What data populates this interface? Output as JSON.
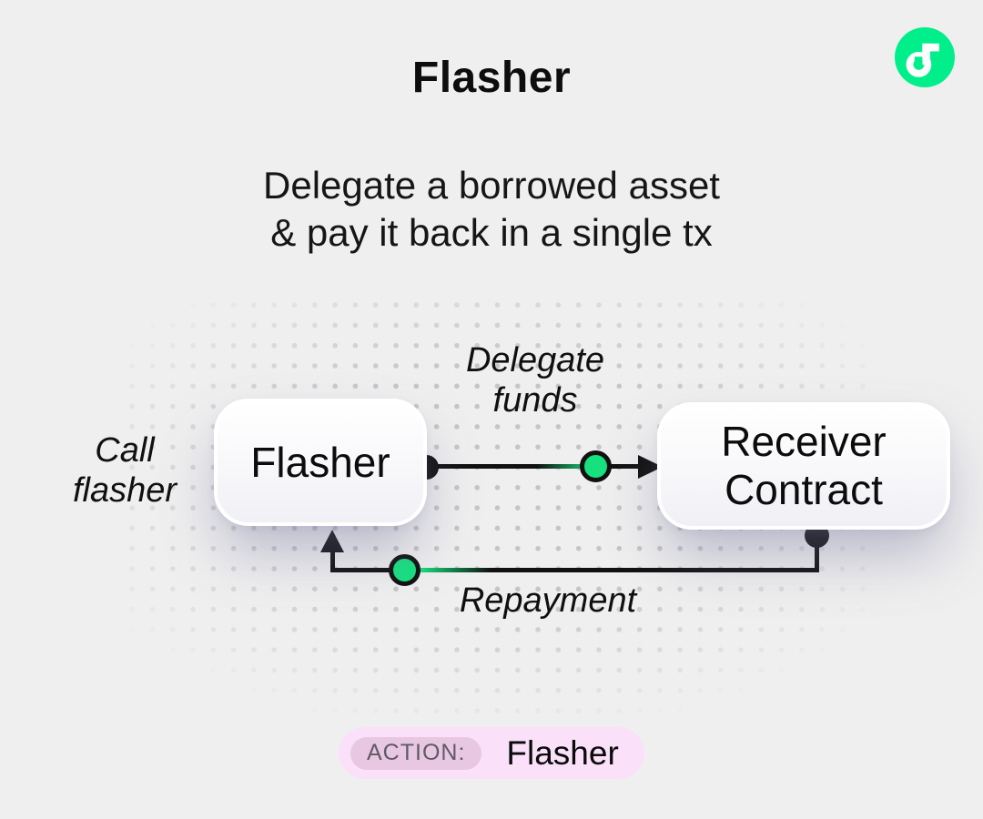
{
  "header": {
    "title": "Flasher",
    "subtitle": "Delegate a borrowed asset\n& pay it back in a single tx"
  },
  "logo": {
    "name": "flow-logo",
    "color": "#00EF8B"
  },
  "diagram": {
    "nodes": {
      "flasher": {
        "label": "Flasher"
      },
      "receiver": {
        "label": "Receiver\nContract"
      }
    },
    "labels": {
      "call": "Call\nflasher",
      "delegate": "Delegate\nfunds",
      "repayment": "Repayment"
    }
  },
  "footer": {
    "action_label": "ACTION:",
    "action_value": "Flasher"
  },
  "colors": {
    "background": "#EFEFEF",
    "token_green": "#17E17F",
    "logo_green": "#00EF8B",
    "line_black": "#111111",
    "dot_grid": "#C5C5C9",
    "action_pill_bg": "#FAE1F9",
    "action_chip_bg": "#E8C7E3",
    "action_chip_text": "#5F5B64"
  }
}
